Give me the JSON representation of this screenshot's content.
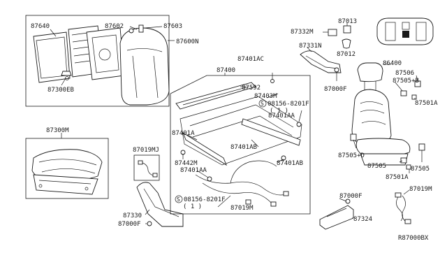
{
  "parts": {
    "p87640": "87640",
    "p87602": "87602",
    "p87603": "87603",
    "p87600N": "87600N",
    "p87300EB": "87300EB",
    "p87300M": "87300M",
    "p87332M": "87332M",
    "p87013": "87013",
    "p87331N": "87331N",
    "p87012": "87012",
    "p87000F_a": "87000F",
    "p87401AC": "87401AC",
    "p87400": "87400",
    "p87592": "87592",
    "p87403M": "87403M",
    "p08156_a": "08156-8201F",
    "p08156_a_qty": "( 1 )",
    "p87401AA_a": "87401AA",
    "p87401A_a": "87401A",
    "p87401AB_a": "87401AB",
    "p87442M": "87442M",
    "p87401AA_b": "87401AA",
    "p87401AB_b": "87401AB",
    "p08156_b": "08156-8201F",
    "p08156_b_qty": "( 1 )",
    "p87019M_a": "87019M",
    "p87019MJ": "87019MJ",
    "p87330": "87330",
    "p87000F_b": "87000F",
    "p86400": "86400",
    "p87506": "87506",
    "p87505B": "87505+B",
    "p87501A_a": "87501A",
    "p87505D": "87505+D",
    "p87505_a": "87505",
    "p87505_b": "87505",
    "p87501A_b": "87501A",
    "p87000F_c": "87000F",
    "p87019M_b": "87019M",
    "p87324": "87324",
    "ref": "R87000BX"
  },
  "symbols": {
    "bolt_symbol": "S"
  }
}
